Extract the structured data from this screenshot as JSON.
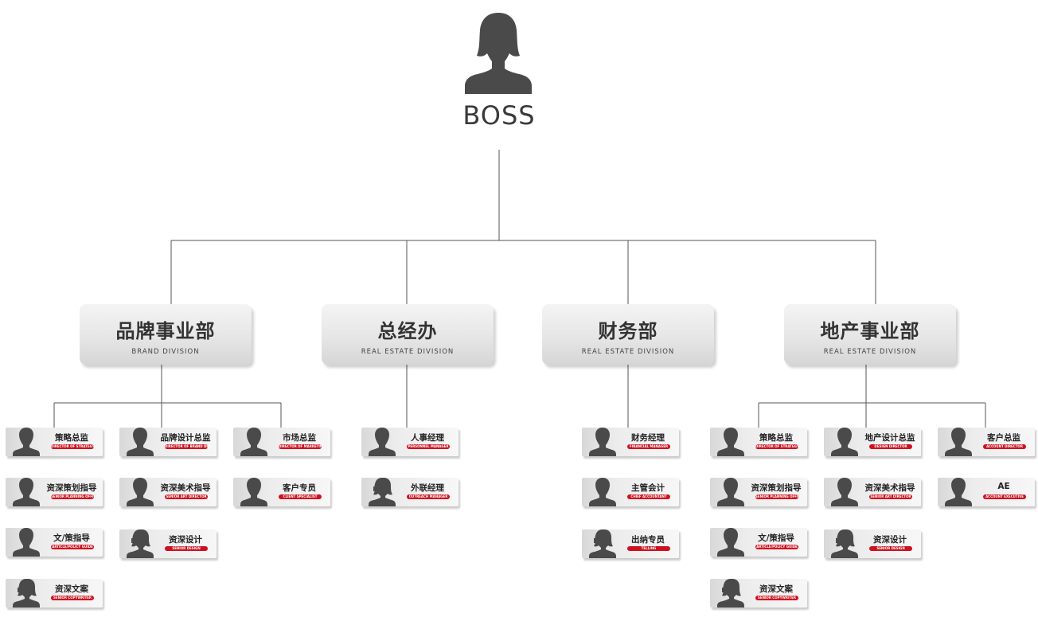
{
  "boss": {
    "label": "BOSS",
    "avatar_icon": "woman-silhouette-icon"
  },
  "colors": {
    "line": "#555555",
    "badge": "#d0101e",
    "avatar": "#4a4a4a"
  },
  "departments": [
    {
      "title": "品牌事业部",
      "subtitle": "BRAND DIVISION"
    },
    {
      "title": "总经办",
      "subtitle": "REAL ESTATE DIVISION"
    },
    {
      "title": "财务部",
      "subtitle": "REAL ESTATE DIVISION"
    },
    {
      "title": "地产事业部",
      "subtitle": "REAL ESTATE DIVISION"
    }
  ],
  "roles": {
    "brand": [
      {
        "title": "策略总监",
        "badge": "DIRECTOR OF STRATEGY",
        "avatar": "man-silhouette-icon"
      },
      {
        "title": "资深策划指导",
        "badge": "SENIOR PLANNING OFFICER",
        "avatar": "man-silhouette-icon"
      },
      {
        "title": "文/策指导",
        "badge": "ARTICLE/POLICY GUIDE",
        "avatar": "man-silhouette-icon"
      },
      {
        "title": "资深文案",
        "badge": "SENIOR COPYWRITER",
        "avatar": "woman-headset-silhouette-icon"
      },
      {
        "title": "品牌设计总监",
        "badge": "DIRECTOR OF BRAND DESIGN",
        "avatar": "man-silhouette-icon"
      },
      {
        "title": "资深美术指导",
        "badge": "SENIOR ART DIRECTOR",
        "avatar": "man-silhouette-icon"
      },
      {
        "title": "资深设计",
        "badge": "SENIOR DESIGN",
        "avatar": "woman-headset-silhouette-icon"
      },
      {
        "title": "市场总监",
        "badge": "DIRECTOR OF MARKETING",
        "avatar": "man-silhouette-icon"
      },
      {
        "title": "客户专员",
        "badge": "CLIENT SPECIALIST",
        "avatar": "man-silhouette-icon"
      }
    ],
    "general": [
      {
        "title": "人事经理",
        "badge": "PERSONNEL MANAGER",
        "avatar": "man-silhouette-icon"
      },
      {
        "title": "外联经理",
        "badge": "OUTREACH MANAGER",
        "avatar": "woman-headset-silhouette-icon"
      }
    ],
    "finance": [
      {
        "title": "财务经理",
        "badge": "FINANCIAL MANAGER",
        "avatar": "man-silhouette-icon"
      },
      {
        "title": "主管会计",
        "badge": "CHIEF ACCOUNTANT",
        "avatar": "man-silhouette-icon"
      },
      {
        "title": "出纳专员",
        "badge": "TELLING",
        "avatar": "woman-headset-silhouette-icon"
      }
    ],
    "realestate": [
      {
        "title": "策略总监",
        "badge": "DIRECTOR OF STRATEGY",
        "avatar": "man-silhouette-icon"
      },
      {
        "title": "资深策划指导",
        "badge": "SENIOR PLANNING OFFICER",
        "avatar": "man-silhouette-icon"
      },
      {
        "title": "文/策指导",
        "badge": "ARTICLE/POLICY GUIDE",
        "avatar": "man-silhouette-icon"
      },
      {
        "title": "资深文案",
        "badge": "SENIOR COPYWRITER",
        "avatar": "woman-headset-silhouette-icon"
      },
      {
        "title": "地产设计总监",
        "badge": "DESIGN DIRECTOR",
        "avatar": "man-silhouette-icon"
      },
      {
        "title": "资深美术指导",
        "badge": "SENIOR ART DIRECTOR",
        "avatar": "man-silhouette-icon"
      },
      {
        "title": "资深设计",
        "badge": "SENIOR DESIGN",
        "avatar": "woman-headset-silhouette-icon"
      },
      {
        "title": "客户总监",
        "badge": "ACCOUNT DIRECTOR",
        "avatar": "man-silhouette-icon"
      },
      {
        "title": "AE",
        "badge": "ACCOUNT EXECUTIVE",
        "avatar": "man-silhouette-icon"
      }
    ]
  }
}
